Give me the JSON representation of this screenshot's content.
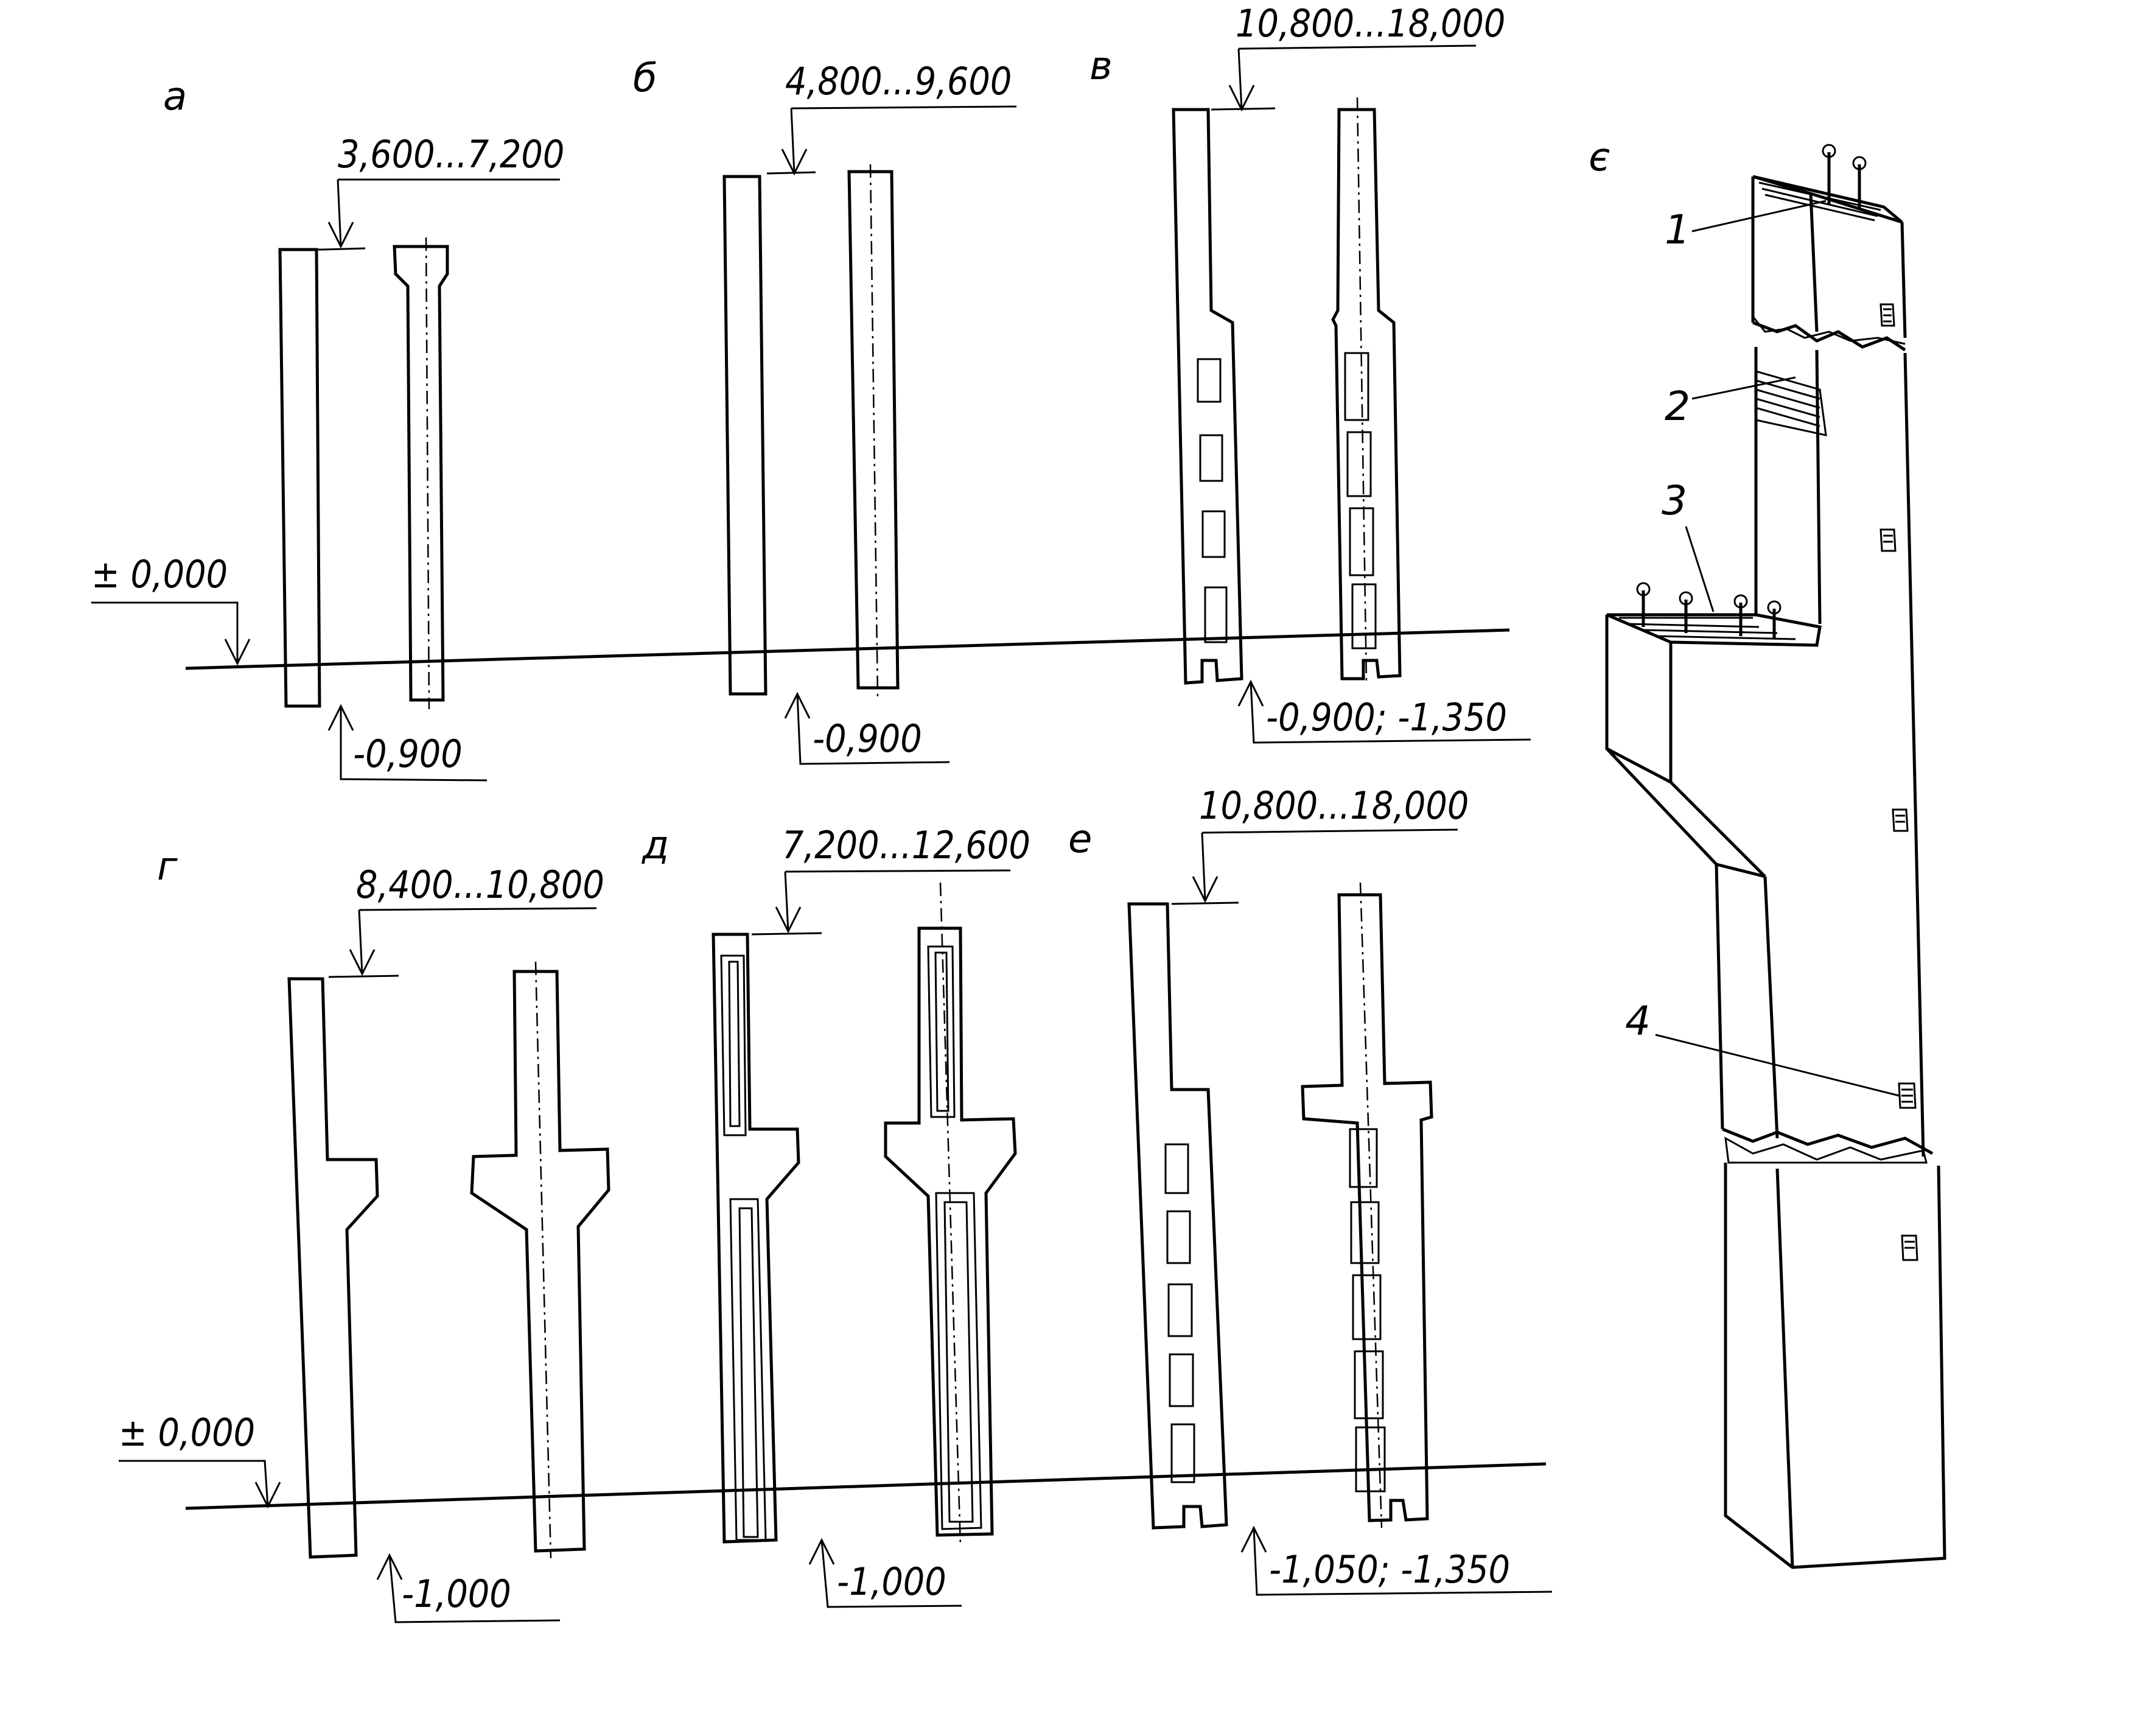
{
  "labels": {
    "a": "а",
    "b": "б",
    "v": "в",
    "g": "г",
    "d": "д",
    "e": "е",
    "ye": "є"
  },
  "dimensions": {
    "a_top": "3,600...7,200",
    "b_top": "4,800...9,600",
    "v_top": "10,800...18,000",
    "g_top": "8,400...10,800",
    "d_top": "7,200...12,600",
    "e_top": "10,800...18,000",
    "zero_top": "± 0,000",
    "zero_bottom": "± 0,000",
    "a_bottom": "-0,900",
    "b_bottom": "-0,900",
    "v_bottom": "-0,900; -1,350",
    "g_bottom": "-1,000",
    "d_bottom": "-1,000",
    "e_bottom": "-1,050; -1,350"
  },
  "callouts": [
    "1",
    "2",
    "3",
    "4"
  ]
}
